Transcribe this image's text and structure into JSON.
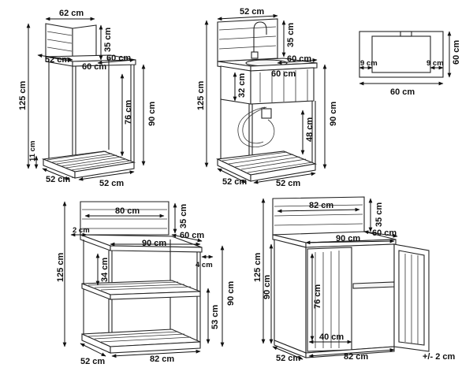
{
  "tolerance": "+/- 2 cm",
  "items": {
    "shelf_unit": {
      "top_width": "62 cm",
      "backrest_height": "35 cm",
      "inner_depth": "52 cm",
      "side_depth": "60 cm",
      "counter_width": "60 cm",
      "total_height": "125 cm",
      "counter_height": "90 cm",
      "leg_height": "76 cm",
      "base_height": "11 cm",
      "base_depth": "52 cm",
      "base_width": "52 cm"
    },
    "sink_unit": {
      "top_width": "52 cm",
      "backrest_height": "35 cm",
      "side_depth": "60 cm",
      "counter_width": "60 cm",
      "total_height": "125 cm",
      "counter_height": "90 cm",
      "basin_depth": "32 cm",
      "shelf_height": "48 cm",
      "base_depth": "52 cm",
      "base_width": "52 cm"
    },
    "top_view": {
      "left_margin": "9 cm",
      "right_margin": "9 cm",
      "depth": "60 cm",
      "width": "60 cm"
    },
    "two_shelf_unit": {
      "backrest_width": "80 cm",
      "side_gap": "2 cm",
      "backrest_height": "35 cm",
      "side_depth": "60 cm",
      "counter_width": "90 cm",
      "overhang": "4 cm",
      "total_height": "125 cm",
      "upper_clearance": "34 cm",
      "counter_height": "90 cm",
      "lower_clearance": "53 cm",
      "base_depth": "52 cm",
      "base_width": "82 cm"
    },
    "cabinet": {
      "backrest_width": "82 cm",
      "backrest_height": "35 cm",
      "counter_width": "90 cm",
      "side_depth": "60 cm",
      "total_height": "125 cm",
      "counter_height": "90 cm",
      "interior_height": "76 cm",
      "shelf_width": "40 cm",
      "base_width": "82 cm",
      "base_depth": "52 cm"
    }
  }
}
